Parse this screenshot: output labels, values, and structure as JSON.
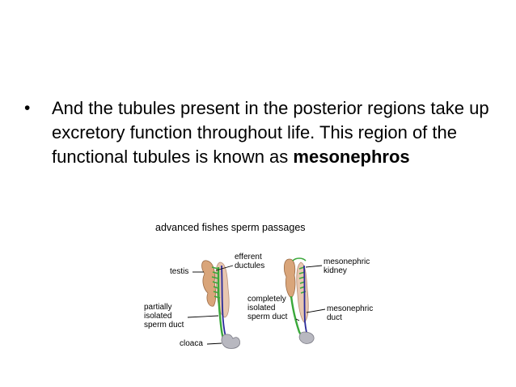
{
  "slide": {
    "bullet_symbol": "•",
    "bullet_text_plain": "And the tubules present in the posterior regions take up excretory function throughout life. This region of the functional tubules is known as ",
    "bullet_text_bold": "mesonephros"
  },
  "figure": {
    "title": "advanced fishes sperm passages",
    "labels": {
      "testis": "testis",
      "efferent_1": "efferent",
      "efferent_2": "ductules",
      "partially_1": "partially",
      "partially_2": "isolated",
      "partially_3": "sperm duct",
      "cloaca": "cloaca",
      "completely_1": "completely",
      "completely_2": "isolated",
      "completely_3": "sperm duct",
      "mesonephric_kidney_1": "mesonephric",
      "mesonephric_kidney_2": "kidney",
      "mesonephric_duct_1": "mesonephric",
      "mesonephric_duct_2": "duct"
    },
    "colors": {
      "testis": "#d9a57a",
      "kidney": "#e8c7b0",
      "ductules": "#3aa83a",
      "duct": "#2a2a9a",
      "cloaca": "#b8b8c0"
    }
  }
}
